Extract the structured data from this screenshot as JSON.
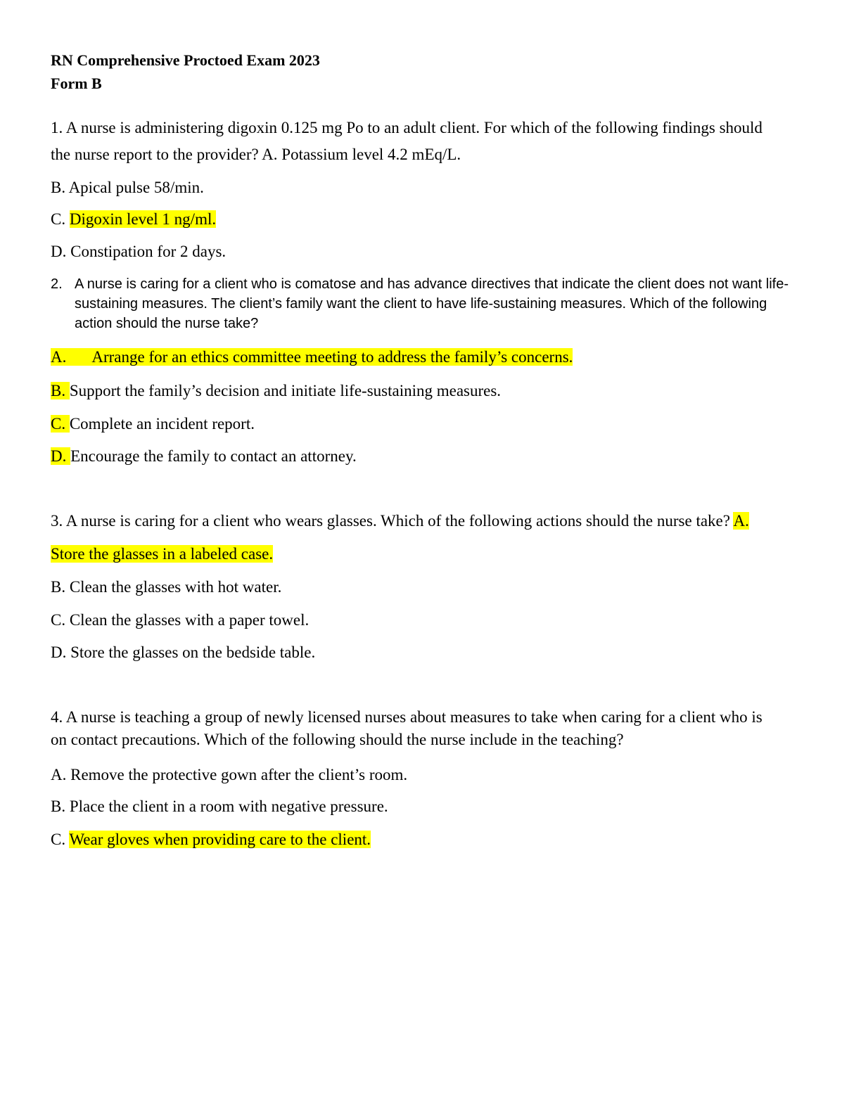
{
  "document": {
    "title_line1": "RN Comprehensive Proctoed Exam 2023",
    "title_line2": "Form B",
    "highlight_color": "#ffff00",
    "q1": {
      "line1": "1. A nurse is administering digoxin 0.125 mg Po to an adult client. For which of the following findings should",
      "line2": "the nurse report to the provider? A. Potassium level 4.2 mEq/L.",
      "b": "B. Apical pulse 58/min.",
      "c_prefix": "C. ",
      "c_text": "Digoxin level 1 ng/ml.",
      "d": "D. Constipation for 2 days."
    },
    "q2": {
      "number": "2.",
      "stem": "A nurse is caring for a client who is comatose and has advance directives that indicate the client does not want life-sustaining measures. The client’s family want the client to have life-sustaining measures. Which of the following action should the nurse take?",
      "a_letter": "A.",
      "a_text": "Arrange for an ethics committee meeting to address the family’s concerns.",
      "b_letter": "B. ",
      "b_text": "Support the family’s decision and initiate life-sustaining measures.",
      "c_letter": "C. ",
      "c_text": "Complete an incident report.",
      "d_letter": "D. ",
      "d_text": "Encourage the family to contact an attorney."
    },
    "q3": {
      "stem": "3. A nurse is caring for a client who wears glasses. Which of the following actions should the nurse take? ",
      "a_letter": "A.",
      "a_text": "Store the glasses in a labeled case.",
      "b": "B. Clean the glasses with hot water.",
      "c": "C. Clean the glasses with a paper towel.",
      "d": "D. Store the glasses on the bedside table."
    },
    "q4": {
      "line1": "4. A nurse is teaching a group of newly licensed nurses about measures to take when caring for a client who is",
      "line2": "on contact precautions. Which of the following should the nurse include in the teaching?",
      "a": "A. Remove the protective gown after the client’s room.",
      "b": "B. Place the client in a room with negative pressure.",
      "c_prefix": "C. ",
      "c_text": "Wear gloves when providing care to the client."
    }
  }
}
